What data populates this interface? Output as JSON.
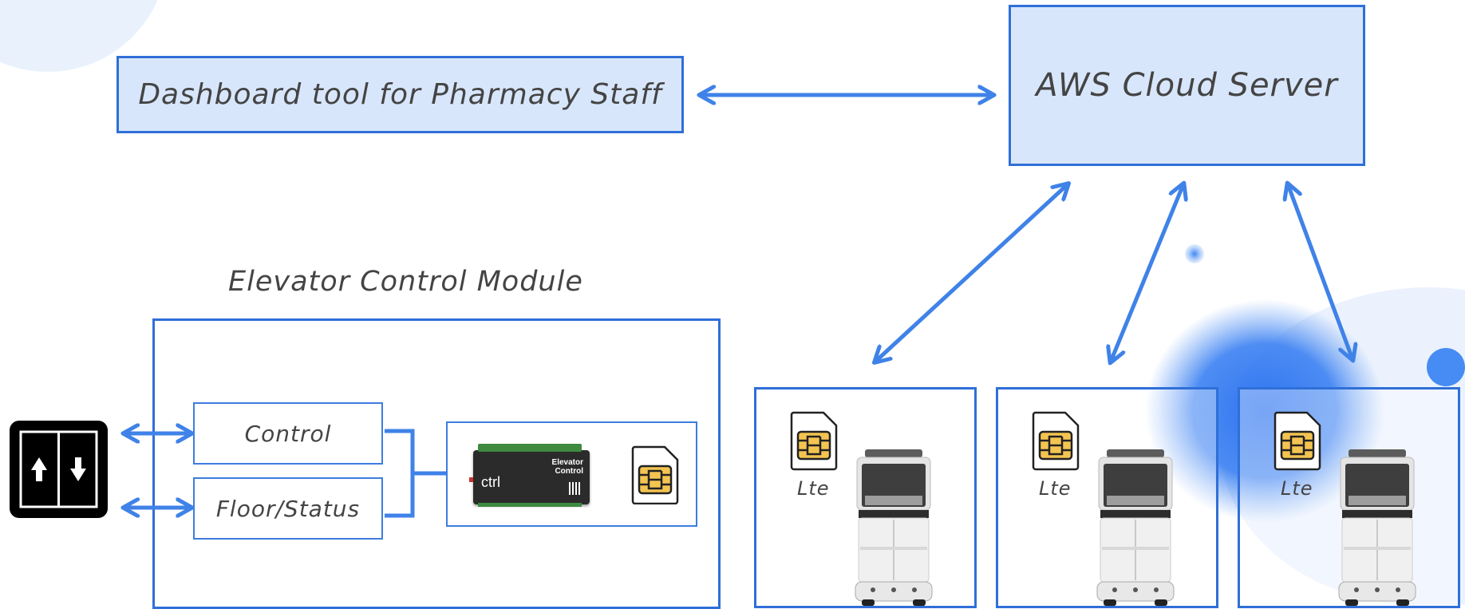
{
  "dashboard": {
    "label": "Dashboard tool for Pharmacy Staff"
  },
  "cloud": {
    "label": "AWS Cloud Server"
  },
  "elevator_module": {
    "title": "Elevator Control Module",
    "control_label": "Control",
    "floor_status_label": "Floor/Status",
    "device_text": "ctrl",
    "device_brand_line1": "Elevator",
    "device_brand_line2": "Control"
  },
  "robots": [
    {
      "sim_label": "Lte"
    },
    {
      "sim_label": "Lte"
    },
    {
      "sim_label": "Lte"
    }
  ],
  "colors": {
    "accent": "#2f6fd8",
    "arrow": "#3f82e8",
    "box_fill": "#d8e6fb"
  }
}
